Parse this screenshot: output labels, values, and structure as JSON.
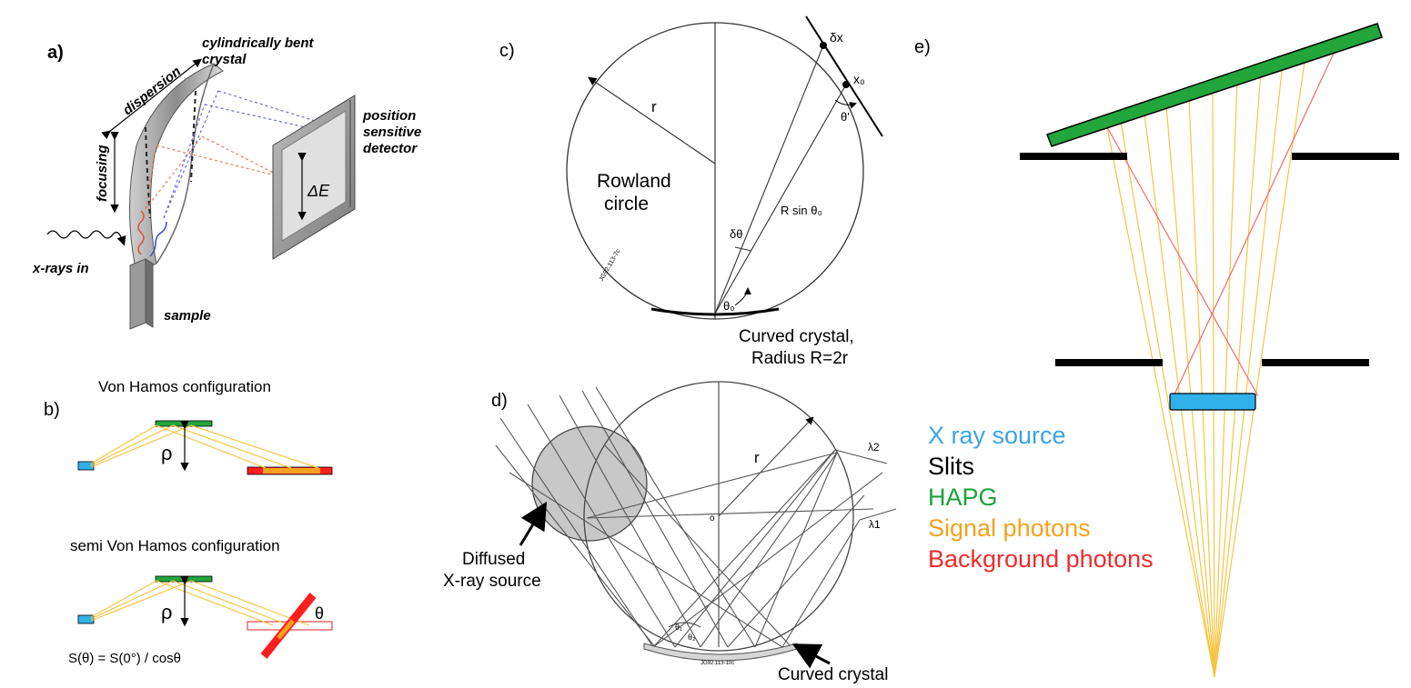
{
  "panel_a": {
    "label": "a)",
    "crystal": "cylindrically bent\ncrystal",
    "dispersion": "dispersion",
    "focusing": "focusing",
    "detector": "position\nsensitive\ndetector",
    "delta_e": "ΔE",
    "xrays_in": "x-rays in",
    "sample": "sample"
  },
  "panel_b": {
    "label": "b)",
    "title_vh": "Von Hamos configuration",
    "title_svh": "semi Von Hamos configuration",
    "rho": "ρ",
    "theta": "θ",
    "formula": "S(θ) = S(0°) / cosθ"
  },
  "panel_c": {
    "label": "c)",
    "r": "r",
    "rowland": "Rowland\ncircle",
    "dx": "δx",
    "x0": "x₀",
    "theta_prime": "θ'",
    "r_sin": "R sin θ₀",
    "dtheta": "δθ",
    "theta0": "θ₀",
    "code": "JG92.113-7c",
    "crystal": "Curved crystal,\nRadius R=2r"
  },
  "panel_d": {
    "label": "d)",
    "r": "r",
    "o": "o",
    "lambda2": "λ2",
    "lambda1": "λ1",
    "theta1": "θ₁",
    "theta2": "θ₂",
    "code": "JG92.113-10c",
    "source": "Diffused\nX-ray source",
    "crystal": "Curved crystal"
  },
  "panel_e": {
    "label": "e)"
  },
  "legend": {
    "items": [
      {
        "text": "X ray source",
        "color": "#3aa3e6"
      },
      {
        "text": "Slits",
        "color": "#000000"
      },
      {
        "text": "HAPG",
        "color": "#1aa33a"
      },
      {
        "text": "Signal photons",
        "color": "#f5a21d"
      },
      {
        "text": "Background photons",
        "color": "#f22b2b"
      }
    ]
  },
  "colors": {
    "hapg": "#22a63c",
    "source": "#2fb1ea",
    "signal": "#f5c542",
    "background": "#f06a6a",
    "slit": "#000000"
  }
}
